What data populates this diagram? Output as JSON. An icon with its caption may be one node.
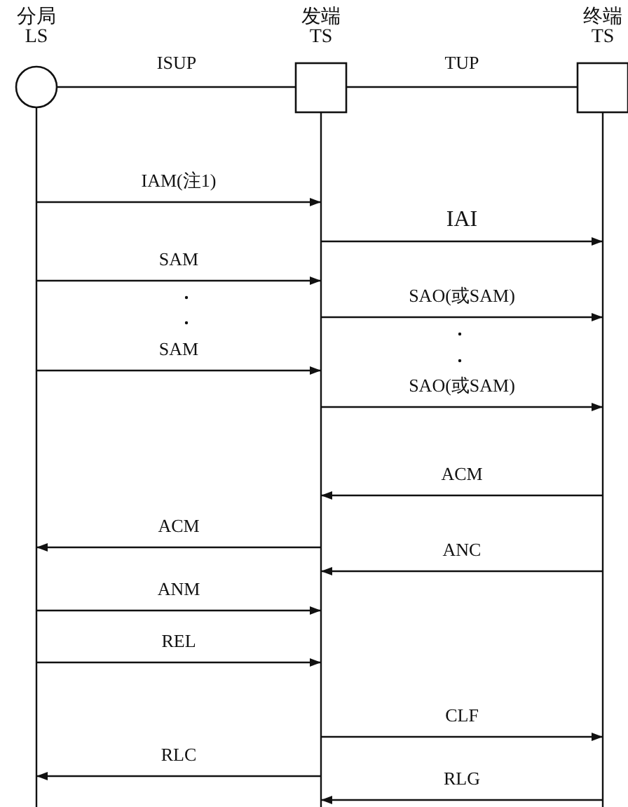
{
  "diagram": {
    "nodes": [
      {
        "text": [
          "分局",
          "LS"
        ]
      },
      {
        "text": [
          "发端",
          "TS"
        ]
      },
      {
        "text": [
          "终端",
          "TS"
        ]
      }
    ],
    "edges": [
      {
        "from": 0,
        "to": 1,
        "arrow": "none",
        "label": "ISUP"
      },
      {
        "from": 1,
        "to": 2,
        "arrow": "none",
        "label": "TUP"
      },
      {
        "from": 0,
        "to": 1,
        "arrow": "to",
        "label": "IAM(注1)"
      },
      {
        "from": 1,
        "to": 2,
        "arrow": "to",
        "label": "IAI"
      },
      {
        "from": 0,
        "to": 1,
        "arrow": "to",
        "label": "SAM"
      },
      {
        "from": 1,
        "to": 2,
        "arrow": "to",
        "label": "SAO(或SAM)"
      },
      {
        "from": 0,
        "to": 1,
        "arrow": "to",
        "label": "SAM"
      },
      {
        "from": 1,
        "to": 2,
        "arrow": "to",
        "label": "SAO(或SAM)"
      },
      {
        "from": 2,
        "to": 1,
        "arrow": "to",
        "label": "ACM"
      },
      {
        "from": 1,
        "to": 0,
        "arrow": "to",
        "label": "ACM"
      },
      {
        "from": 2,
        "to": 1,
        "arrow": "to",
        "label": "ANC"
      },
      {
        "from": 0,
        "to": 1,
        "arrow": "to",
        "label": "ANM"
      },
      {
        "from": 0,
        "to": 1,
        "arrow": "to",
        "label": "REL"
      },
      {
        "from": 1,
        "to": 2,
        "arrow": "to",
        "label": "CLF"
      },
      {
        "from": 1,
        "to": 0,
        "arrow": "to",
        "label": "RLC"
      },
      {
        "from": 2,
        "to": 1,
        "arrow": "to",
        "label": "RLG"
      }
    ]
  }
}
